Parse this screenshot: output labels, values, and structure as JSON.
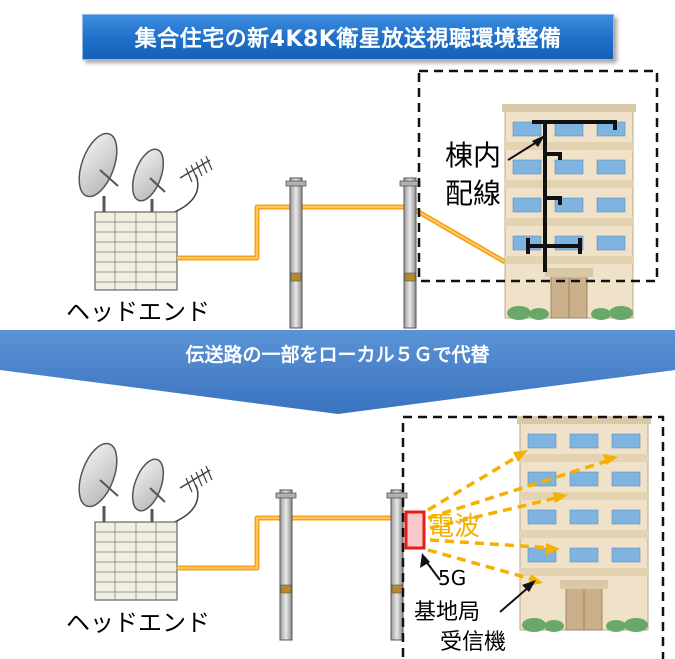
{
  "title": "集合住宅の新4K8K衛星放送視聴環境整備",
  "top_section": {
    "headend_label": "ヘッドエンド",
    "wiring_label_line1": "棟内",
    "wiring_label_line2": "配線"
  },
  "transition_arrow_label": "伝送路の一部をローカル５Ｇで代替",
  "bottom_section": {
    "headend_label": "ヘッドエンド",
    "radio_wave_label": "電波",
    "station_label_line1": "5G",
    "station_label_line2": "基地局",
    "station_label_line3": "受信機"
  },
  "colors": {
    "title_bg": "#1f6fc8",
    "cable": "#f7a21a",
    "radio_wave": "#f5b000",
    "station": "#e01e1e",
    "arrow": "#4a86cf"
  }
}
